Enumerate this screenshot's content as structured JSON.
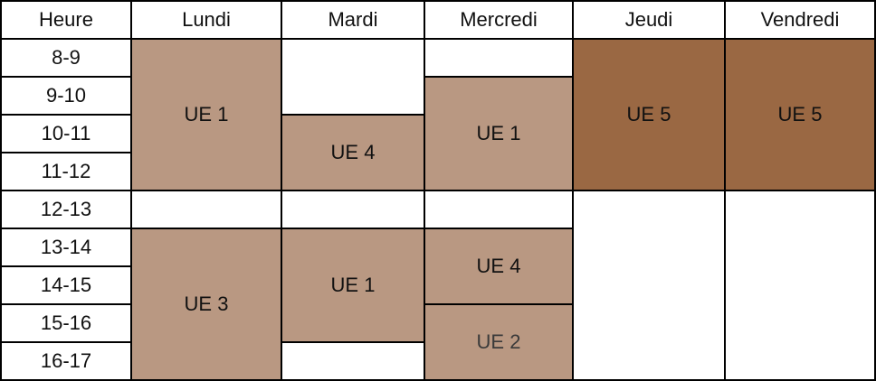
{
  "colors": {
    "course_light": "#b99882",
    "course_dark": "#9a6843",
    "border": "#000000",
    "background": "#ffffff"
  },
  "header": [
    "Heure",
    "Lundi",
    "Mardi",
    "Mercredi",
    "Jeudi",
    "Vendredi"
  ],
  "hours": [
    "8-9",
    "9-10",
    "10-11",
    "11-12",
    "12-13",
    "13-14",
    "14-15",
    "15-16",
    "16-17"
  ],
  "courses": {
    "lundi_morning": "UE 1",
    "lundi_afternoon": "UE 3",
    "mardi_morning": "UE 4",
    "mardi_afternoon": "UE 1",
    "mercredi_morning": "UE 1",
    "mercredi_afternoon_1": "UE 4",
    "mercredi_afternoon_2": "UE 2",
    "jeudi_morning": "UE 5",
    "vendredi_morning": "UE 5"
  }
}
